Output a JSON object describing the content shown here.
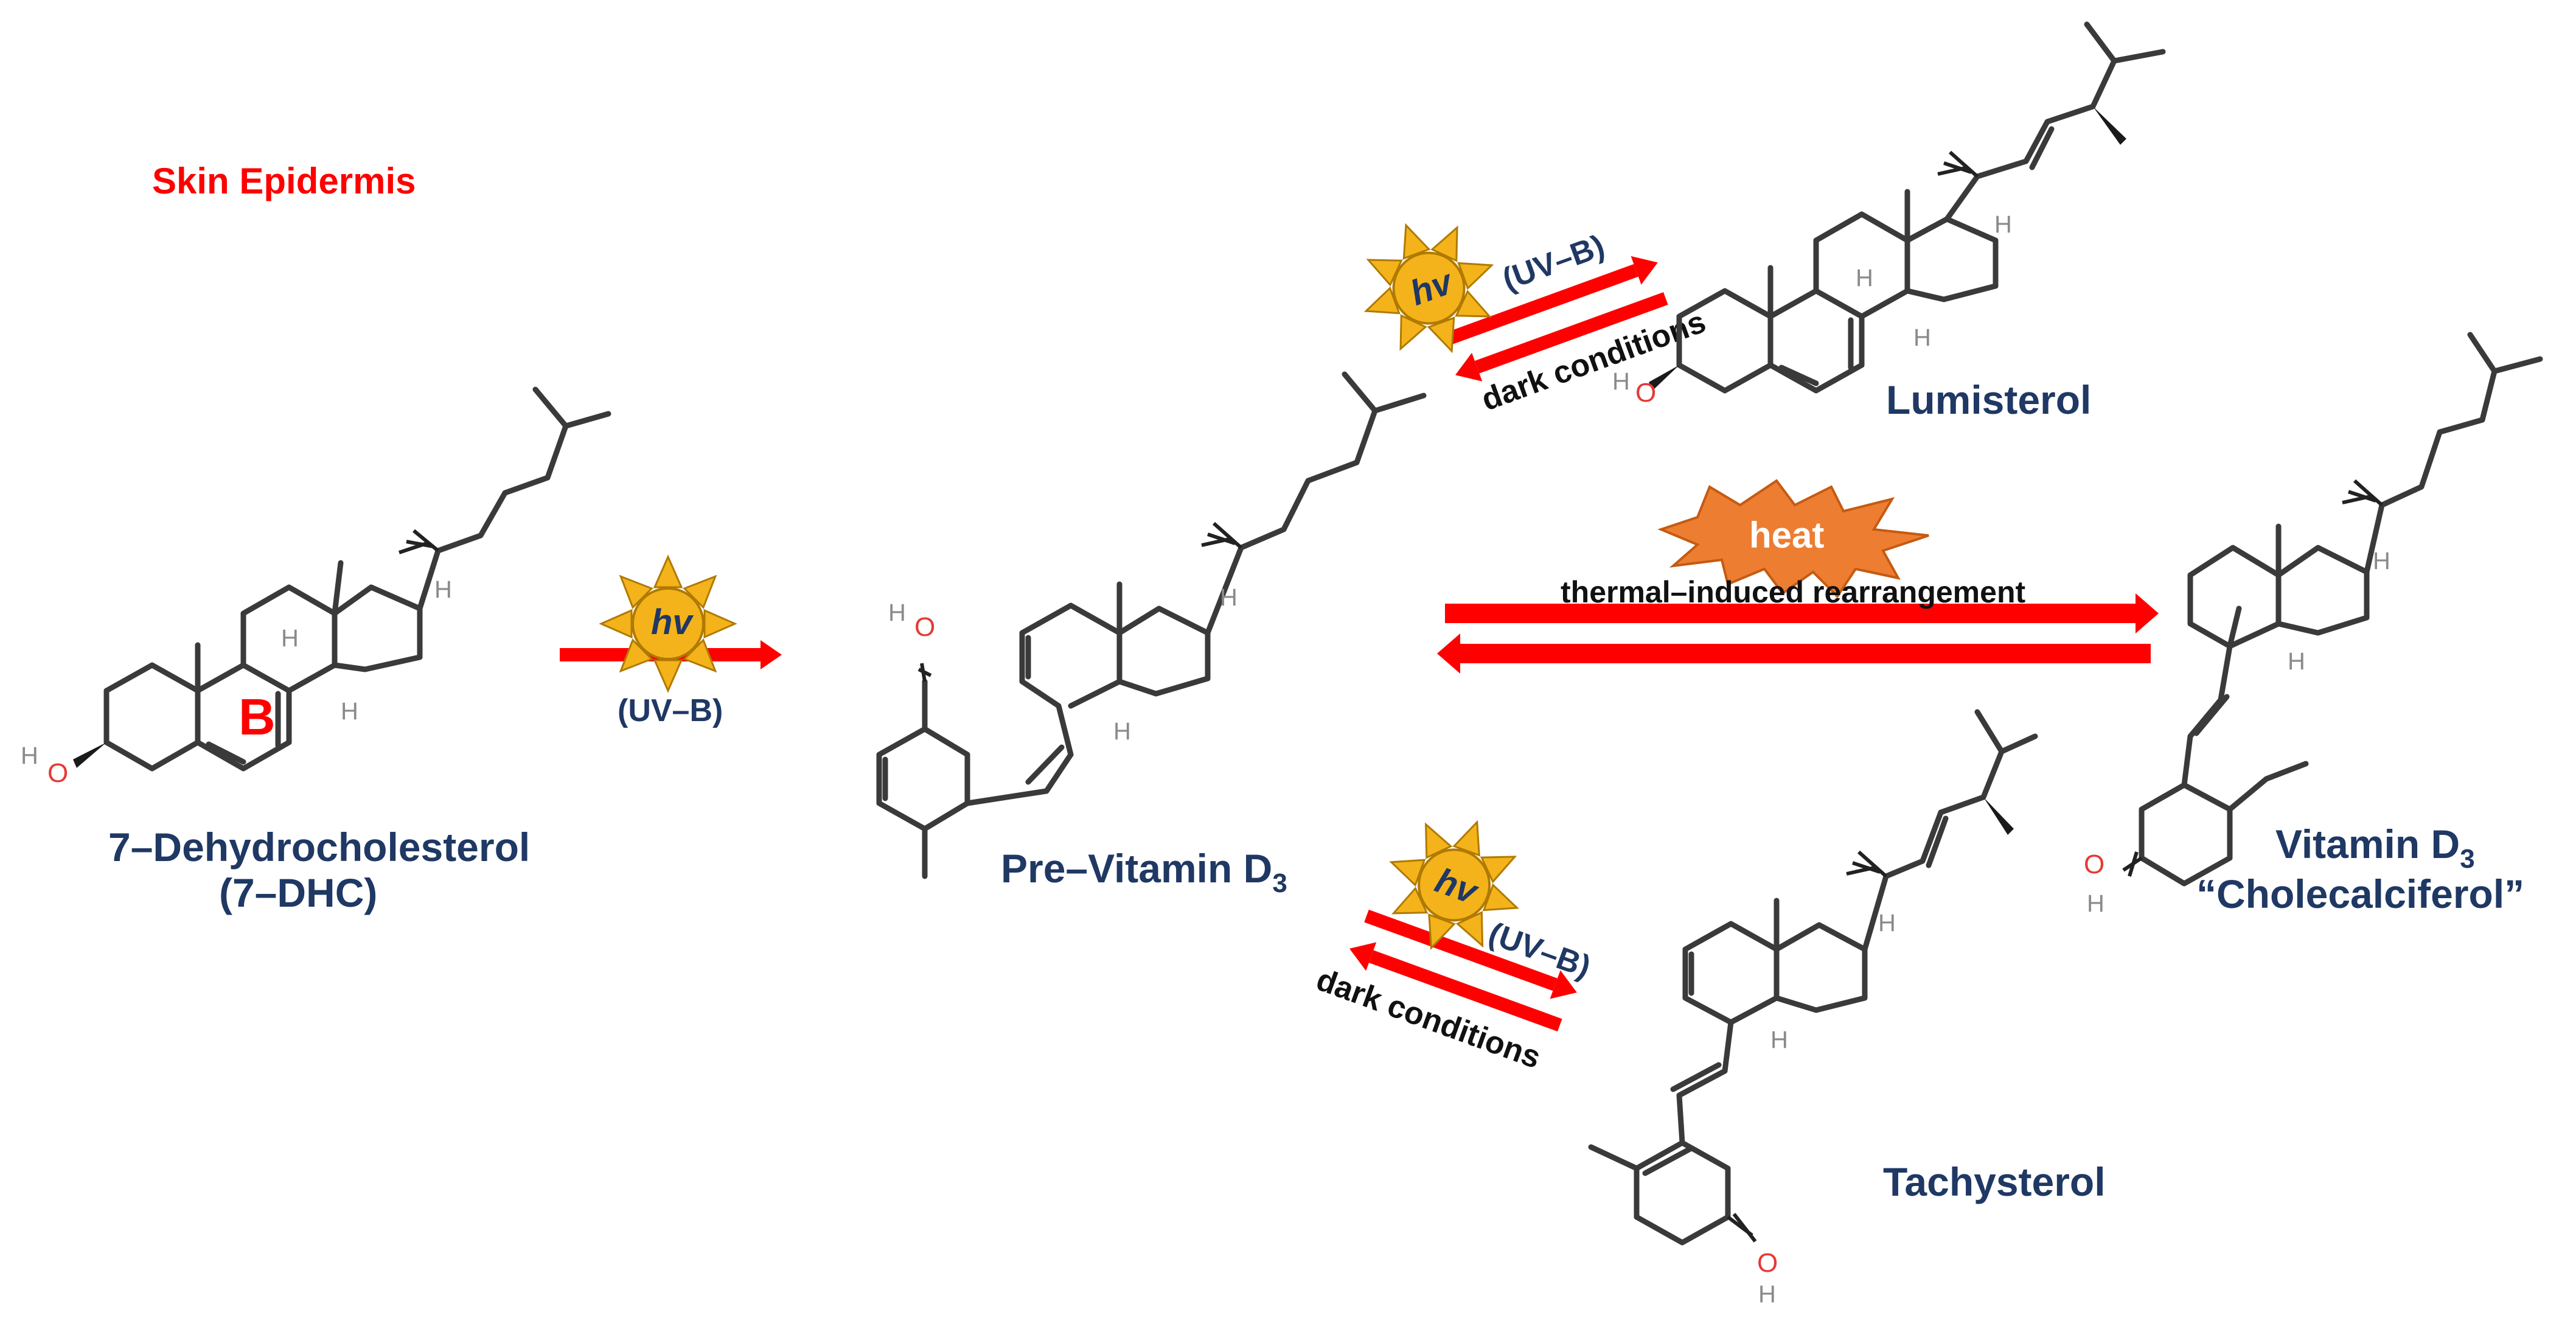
{
  "region_label": "Skin Epidermis",
  "ring_label": "B",
  "atoms": {
    "h": "H",
    "o": "O"
  },
  "compounds": {
    "dhc_line1": "7–Dehydrocholesterol",
    "dhc_line2": "(7–DHC)",
    "previtd3_main": "Pre–Vitamin D",
    "previtd3_sub": "3",
    "lumisterol": "Lumisterol",
    "tachysterol": "Tachysterol",
    "vitd3_main": "Vitamin D",
    "vitd3_sub": "3",
    "vitd3_line2": "“Cholecalciferol”"
  },
  "reactions": {
    "hv": "hv",
    "uvb": "(UV–B)",
    "dark_conditions": "dark conditions",
    "heat": "heat",
    "thermal": "thermal–induced rearrangement"
  },
  "colors": {
    "arrow": "#ff0000",
    "sun": "#f5b31b",
    "heat_burst": "#ed7d31",
    "label": "#1f3864",
    "accent": "#ff0000"
  }
}
